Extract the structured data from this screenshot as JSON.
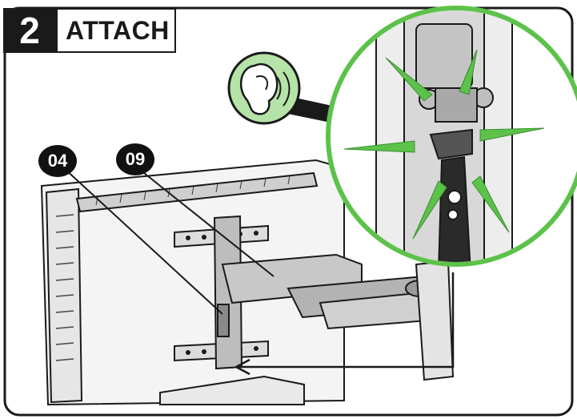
{
  "step": {
    "number": "2",
    "title": "ATTACH"
  },
  "callouts": [
    {
      "id": "04"
    },
    {
      "id": "09"
    }
  ],
  "icons": {
    "sound": "ear-icon"
  },
  "colors": {
    "accent_green": "#5cc24a",
    "ink": "#1a1a1a",
    "panel_gray": "#d9d9d9"
  }
}
